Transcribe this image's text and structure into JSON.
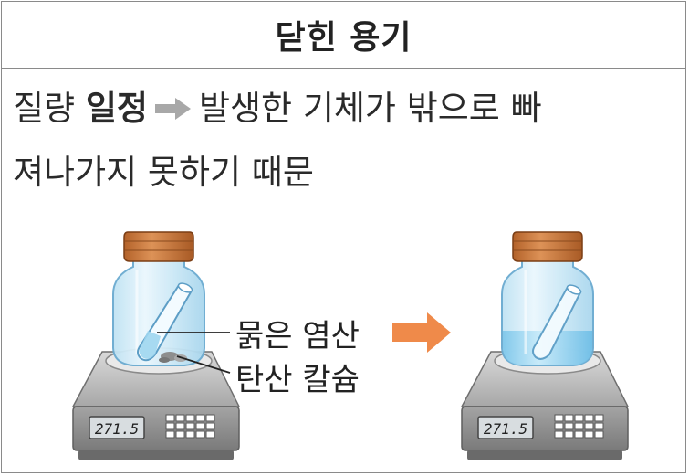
{
  "header": {
    "title": "닫힌 용기"
  },
  "statement": {
    "part1": "질량 ",
    "bold": "일정",
    "part2": "발생한 기체가 밖으로 빠",
    "line2": "져나가지 못하기 때문"
  },
  "labels": {
    "acid": "묽은 염산",
    "carbonate": "탄산 칼슘"
  },
  "scale_readout": {
    "left": "271.5",
    "right": "271.5"
  },
  "colors": {
    "lid": "#c8773a",
    "glass": "#d7eef8",
    "liquid": "#8fd0ef",
    "scale_body": "#9a9a9a",
    "arrow_mid": "#ef8a4a",
    "arrow_inline": "#a8a8a8"
  }
}
